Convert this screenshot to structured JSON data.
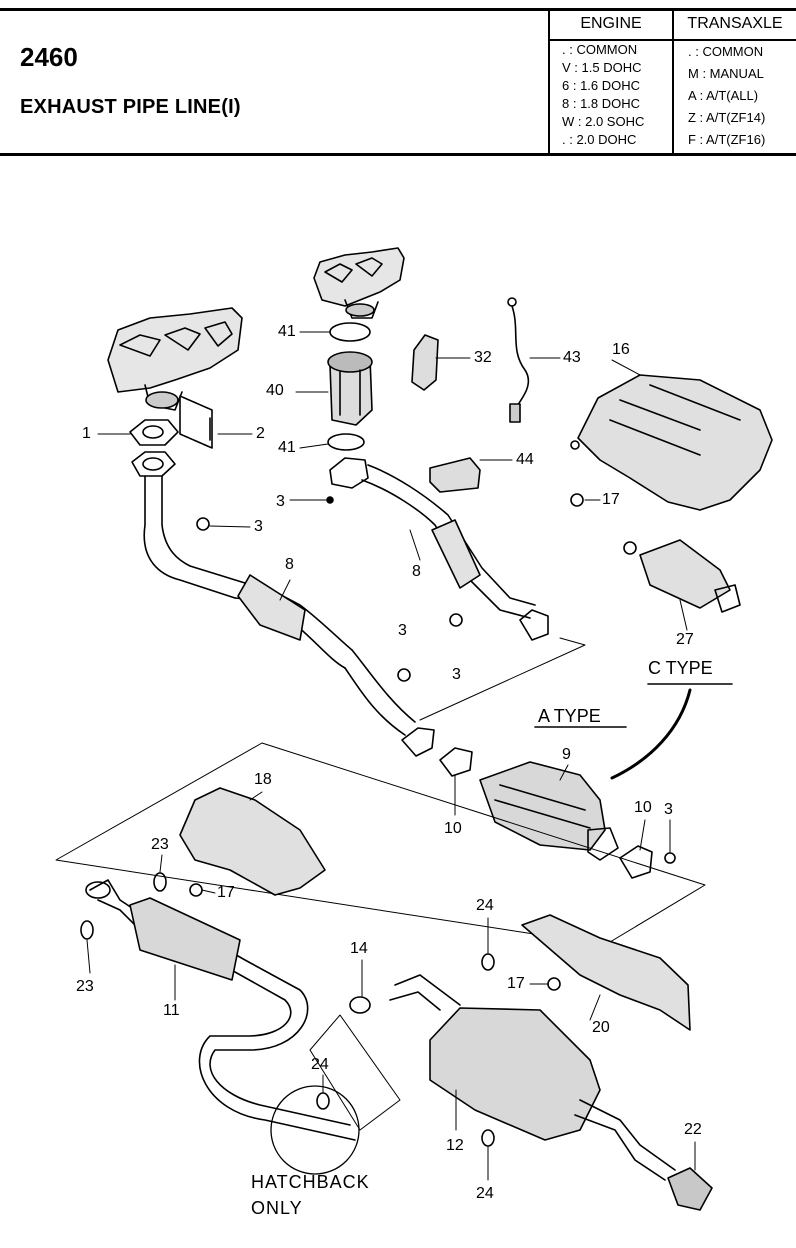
{
  "header": {
    "code": "2460",
    "title": "EXHAUST PIPE LINE(I)",
    "engine_header": "ENGINE",
    "transaxle_header": "TRANSAXLE",
    "engine_rows": [
      ". : COMMON",
      "V : 1.5 DOHC",
      "6 : 1.6 DOHC",
      "8 : 1.8 DOHC",
      "W : 2.0 SOHC",
      ". : 2.0 DOHC"
    ],
    "transaxle_rows": [
      ". : COMMON",
      "M : MANUAL",
      "A : A/T(ALL)",
      "Z : A/T(ZF14)",
      "F : A/T(ZF16)"
    ]
  },
  "callouts": {
    "n1": "1",
    "n2": "2",
    "n3a": "3",
    "n3b": "3",
    "n3c": "3",
    "n3d": "3",
    "n3e": "3",
    "n8a": "8",
    "n8b": "8",
    "n9": "9",
    "n10a": "10",
    "n10b": "10",
    "n11": "11",
    "n12": "12",
    "n14": "14",
    "n16": "16",
    "n17a": "17",
    "n17b": "17",
    "n17c": "17",
    "n18": "18",
    "n20": "20",
    "n22": "22",
    "n23a": "23",
    "n23b": "23",
    "n24a": "24",
    "n24b": "24",
    "n24c": "24",
    "n27": "27",
    "n32": "32",
    "n40": "40",
    "n41a": "41",
    "n41b": "41",
    "n43": "43",
    "n44": "44"
  },
  "captions": {
    "c_type": "C TYPE",
    "a_type": "A TYPE",
    "hatchback_line1": "HATCHBACK",
    "hatchback_line2": "ONLY"
  }
}
